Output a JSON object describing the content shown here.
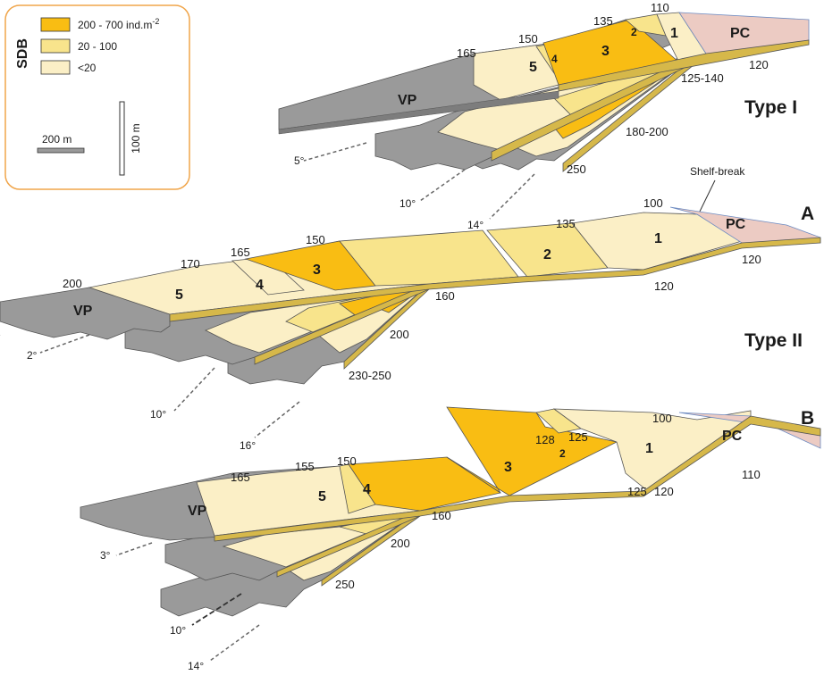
{
  "legend": {
    "title": "SDB",
    "items": [
      {
        "label": "200 - 700 ind.m",
        "sup": "-2",
        "color": "#f9bd13"
      },
      {
        "label": "20 - 100",
        "color": "#f8e48c"
      },
      {
        "label": "<20",
        "color": "#fbefc6"
      }
    ],
    "scale_h": "200 m",
    "scale_v": "100 m"
  },
  "colors": {
    "high": "#f9bd13",
    "mid": "#f8e48c",
    "low": "#fbefc6",
    "vp": "#9a9a9a",
    "pc": "#eccbc3",
    "edge": "#c9a72f",
    "legend_border": "#f0a54a"
  },
  "titles": {
    "type1": "Type I",
    "type2": "Type II",
    "a": "A",
    "b": "B",
    "shelf_break": "Shelf-break"
  },
  "type1": {
    "labels": {
      "d110": "110",
      "d135": "135",
      "d150": "150",
      "d165": "165",
      "d120": "120",
      "d125_140": "125-140",
      "d180_200": "180-200",
      "d250": "250"
    },
    "zones": {
      "z1": "1",
      "z2": "2",
      "z3": "3",
      "z4": "4",
      "z5": "5",
      "vp": "VP",
      "pc": "PC"
    },
    "angles": {
      "a5": "5°",
      "a10": "10°",
      "a14": "14°"
    }
  },
  "typeA": {
    "labels": {
      "d100": "100",
      "d135": "135",
      "d150": "150",
      "d165": "165",
      "d170": "170",
      "d200": "200",
      "d120a": "120",
      "d120b": "120",
      "d160": "160",
      "d200b": "200",
      "d230_250": "230-250"
    },
    "zones": {
      "z1": "1",
      "z2": "2",
      "z3": "3",
      "z4": "4",
      "z5": "5",
      "vp": "VP",
      "pc": "PC"
    },
    "angles": {
      "a2": "2°",
      "a10": "10°",
      "a16": "16°"
    }
  },
  "typeB": {
    "labels": {
      "d100": "100",
      "d125": "125",
      "d128": "128",
      "d150": "150",
      "d155": "155",
      "d165": "165",
      "d110": "110",
      "d120": "120",
      "d125b": "125",
      "d160": "160",
      "d200": "200",
      "d250": "250"
    },
    "zones": {
      "z1": "1",
      "z2": "2",
      "z3": "3",
      "z4": "4",
      "z5": "5",
      "vp": "VP",
      "pc": "PC"
    },
    "angles": {
      "a3": "3°",
      "a10": "10°",
      "a14": "14°"
    }
  }
}
